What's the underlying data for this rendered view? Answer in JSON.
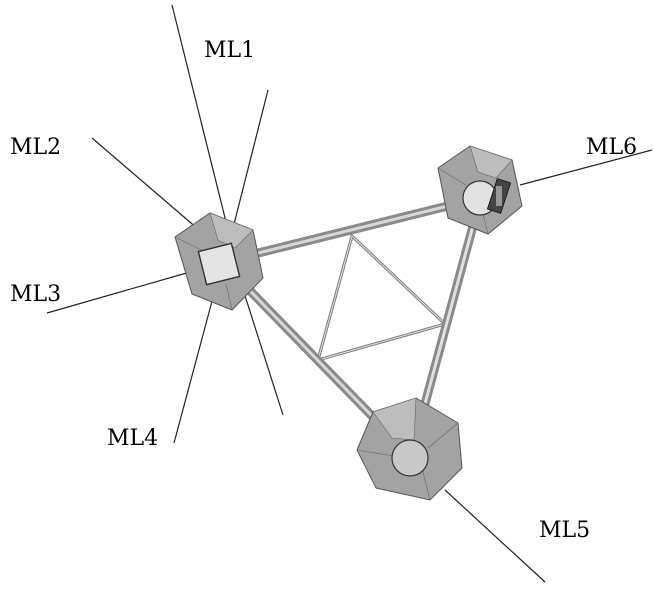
{
  "labels": {
    "ml1": "ML1",
    "ml2": "ML2",
    "ml3": "ML3",
    "ml4": "ML4",
    "ml5": "ML5",
    "ml6": "ML6"
  },
  "colors": {
    "platform_fill": "#a3a3a3",
    "platform_face": "#bdbdbd",
    "platform_edge": "#555555",
    "truss": "#909090",
    "mooring_line": "#222222"
  }
}
